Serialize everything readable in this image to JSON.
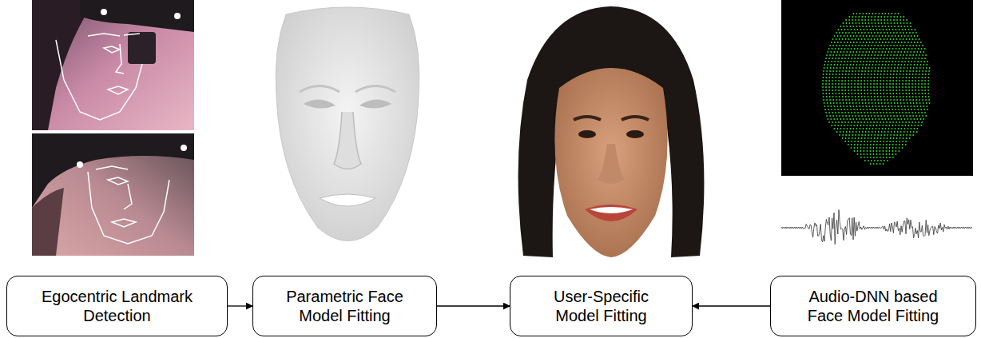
{
  "diagram": {
    "nodes": [
      {
        "text": [
          "Egocentric Landmark Detection"
        ]
      },
      {
        "text": [
          "Parametric Face Model Fitting"
        ]
      },
      {
        "text": [
          "User-Specific Model Fitting"
        ]
      },
      {
        "text": [
          "Audio-DNN based Face Model Fitting"
        ]
      }
    ],
    "edges": [
      {
        "from": 0,
        "to": 1,
        "arrow": "to"
      },
      {
        "from": 1,
        "to": 2,
        "arrow": "to"
      },
      {
        "from": 3,
        "to": 2,
        "arrow": "to"
      }
    ]
  }
}
